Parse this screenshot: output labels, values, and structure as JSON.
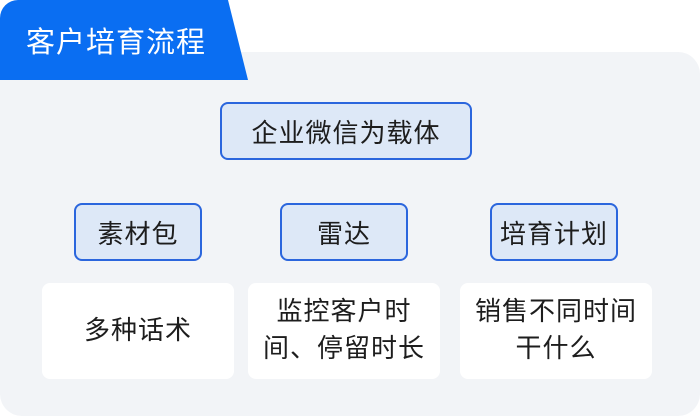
{
  "title": "客户培育流程",
  "root": {
    "label": "企业微信为载体"
  },
  "branches": [
    {
      "label": "素材包",
      "desc": "多种话术"
    },
    {
      "label": "雷达",
      "desc": "监控客户时间、停留时长"
    },
    {
      "label": "培育计划",
      "desc": "销售不同时间干什么"
    }
  ],
  "colors": {
    "accent": "#0a6ef2",
    "node_fill": "#dde8f7",
    "node_border": "#2b66dd",
    "panel": "#f2f4f7",
    "card": "#ffffff"
  }
}
